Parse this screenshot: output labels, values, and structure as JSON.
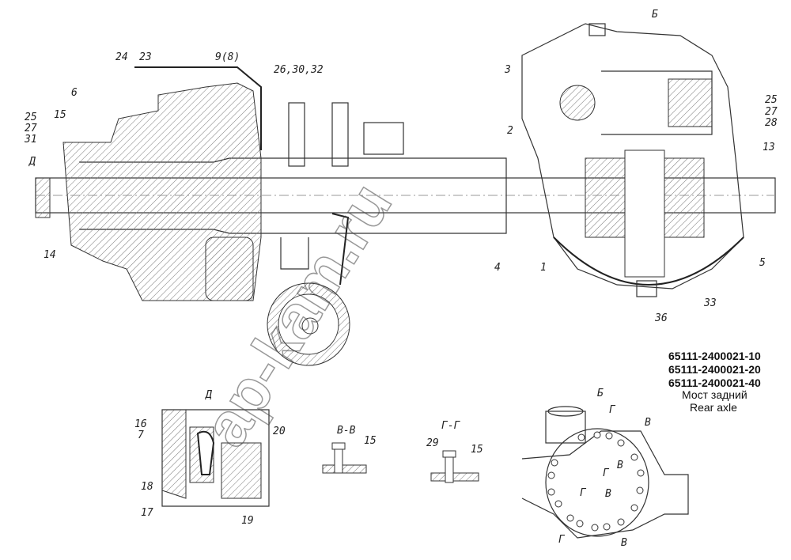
{
  "title_block": {
    "part_numbers": [
      "65111-2400021-10",
      "65111-2400021-20",
      "65111-2400021-40"
    ],
    "name_ru": "Мост задний",
    "name_en": "Rear axle"
  },
  "watermark": "ap-kam.ru",
  "main_view_labels": {
    "view_b": "Б",
    "l24": "24",
    "l23": "23",
    "l9": "9(8)",
    "l26": "26,30,32",
    "l6": "6",
    "l15": "15",
    "l25": "25",
    "l27": "27",
    "l31": "31",
    "ld": "Д",
    "l14": "14",
    "l3": "3",
    "l2": "2",
    "l4": "4",
    "l1": "1",
    "r25": "25",
    "r27": "27",
    "r28": "28",
    "r13": "13",
    "r5": "5",
    "r33": "33",
    "r36": "36"
  },
  "detail_d": {
    "title": "Д",
    "l16": "16",
    "l7": "7",
    "l18": "18",
    "l17": "17",
    "l19": "19",
    "l20": "20"
  },
  "section_vv": {
    "title": "В-В",
    "l15": "15"
  },
  "section_gg": {
    "title": "Г-Г",
    "l29": "29",
    "l15": "15"
  },
  "view_b_detail": {
    "title": "Б",
    "g": "Г",
    "v": "В"
  }
}
